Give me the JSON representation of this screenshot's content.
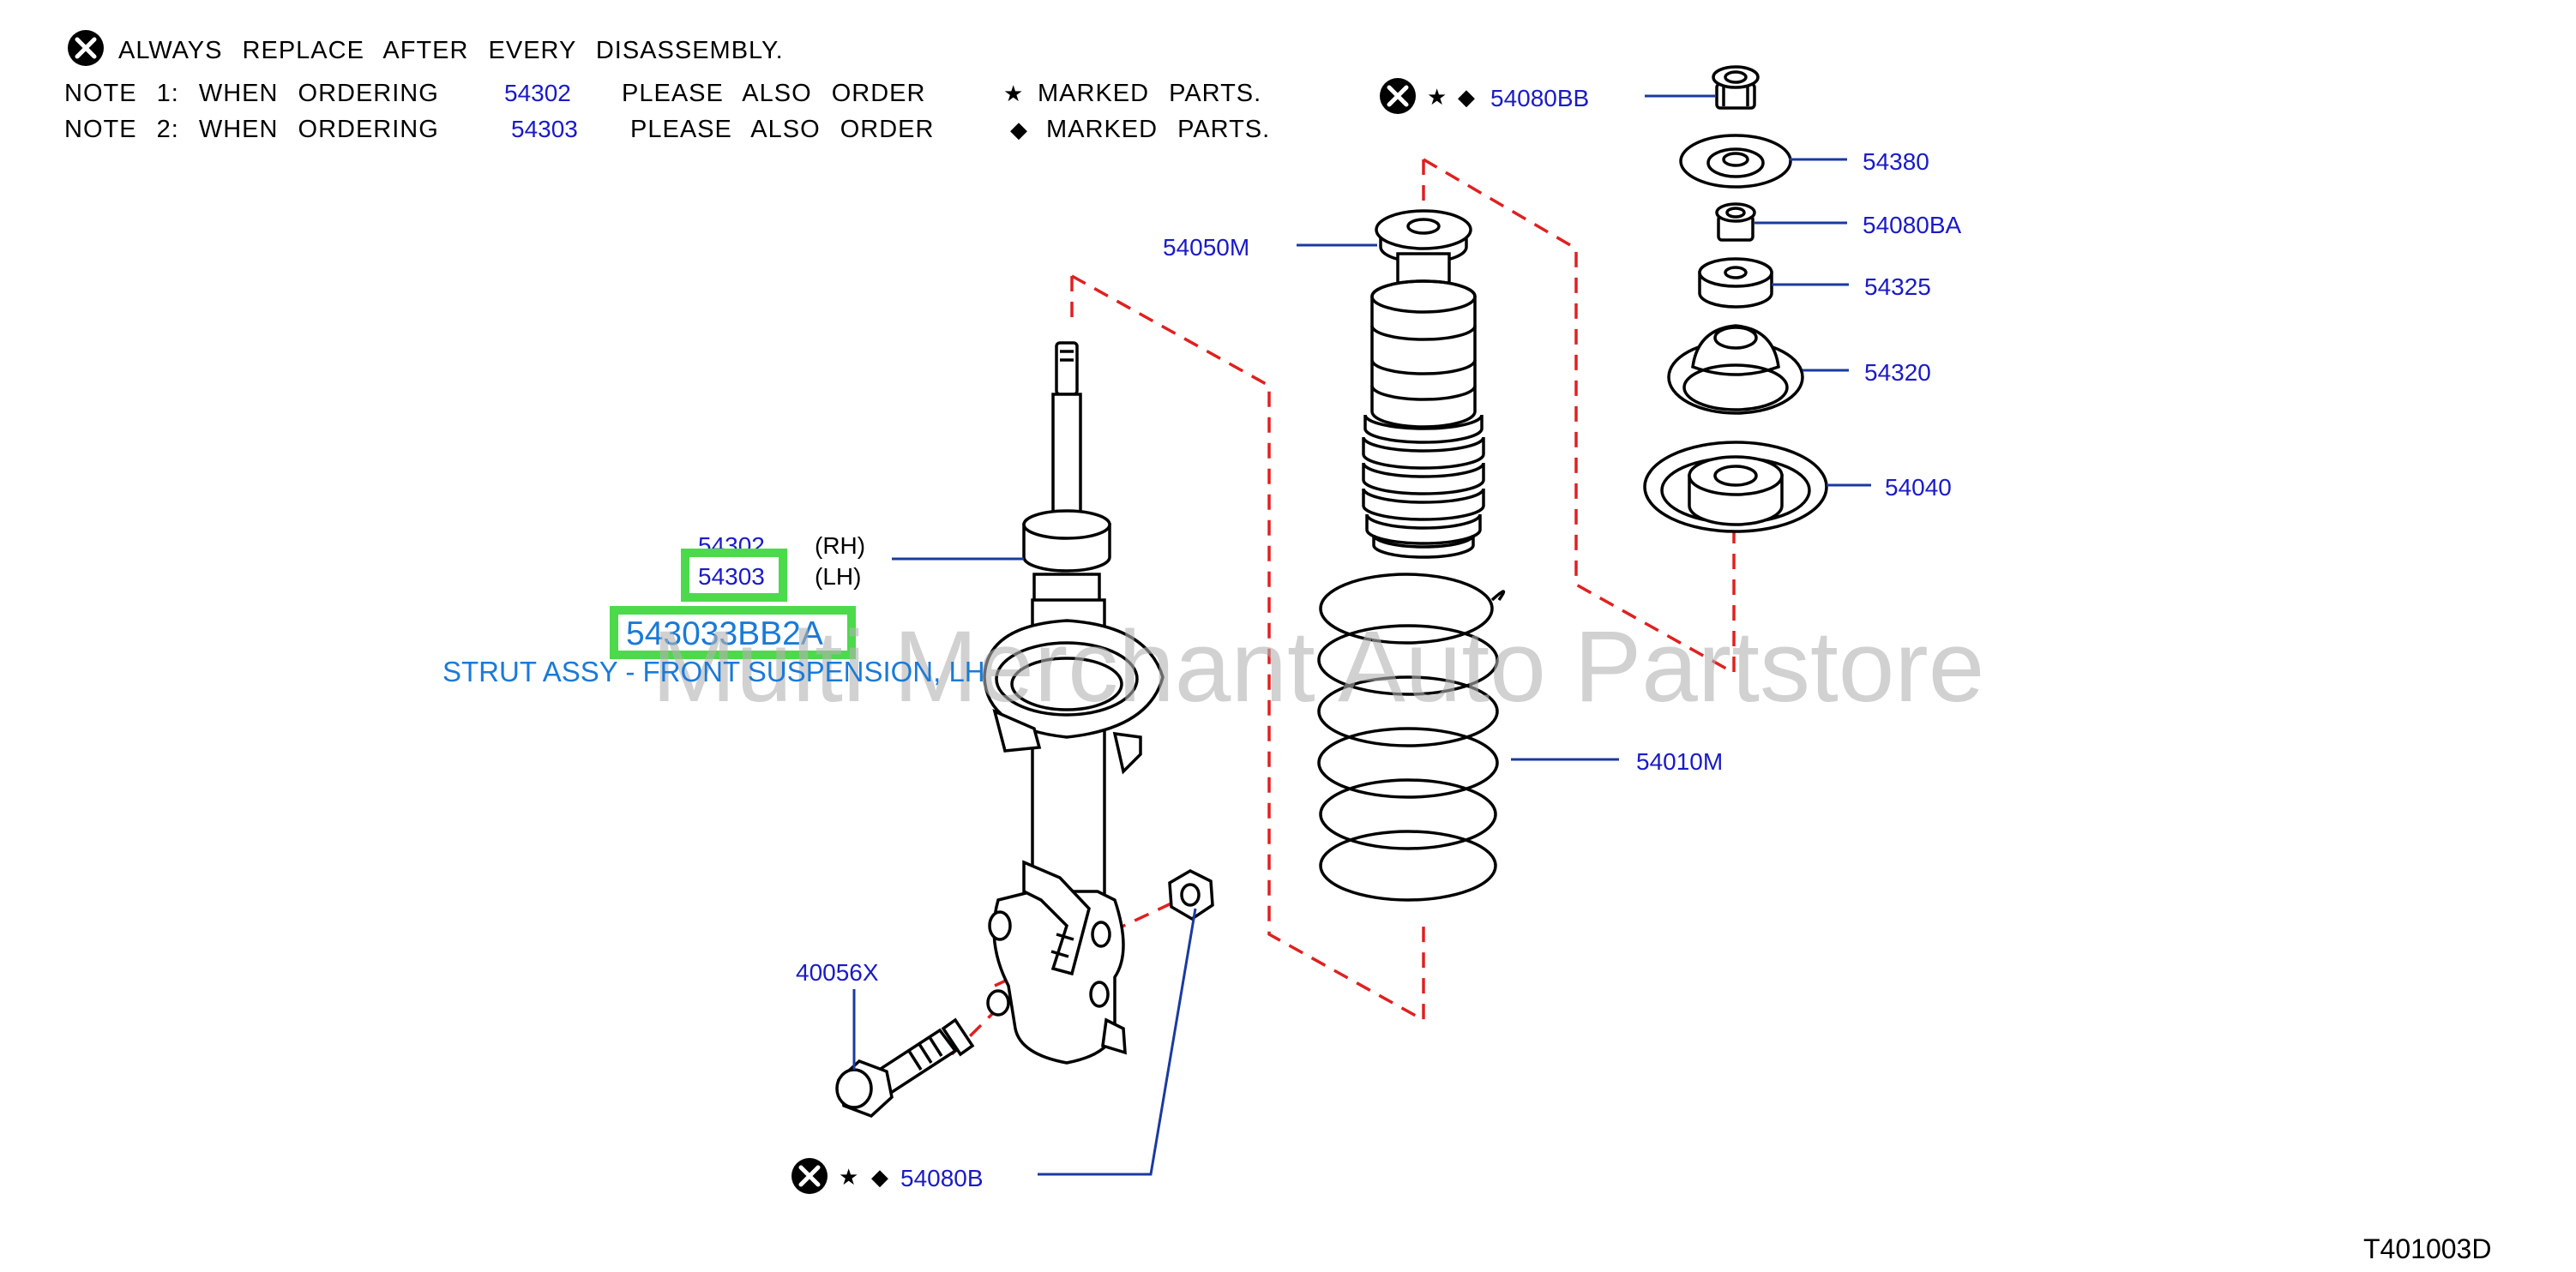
{
  "notes": {
    "replace": "ALWAYS REPLACE AFTER EVERY DISASSEMBLY.",
    "note1_label": "NOTE 1: WHEN ORDERING",
    "note1_part": "54302",
    "note1_mid": "PLEASE ALSO ORDER",
    "note1_end": "MARKED PARTS.",
    "note2_label": "NOTE 2: WHEN ORDERING",
    "note2_part": "54303",
    "note2_mid": "PLEASE ALSO ORDER",
    "note2_end": "MARKED PARTS."
  },
  "symbols": {
    "star": "★",
    "diamond": "◆"
  },
  "parts": {
    "p54080BB": "54080BB",
    "p54380": "54380",
    "p54080BA": "54080BA",
    "p54325": "54325",
    "p54320": "54320",
    "p54040": "54040",
    "p54050M": "54050M",
    "p54302": "54302",
    "p54303": "54303",
    "rh": "(RH)",
    "lh": "(LH)",
    "p54010M": "54010M",
    "p40056X": "40056X",
    "p54080B": "54080B"
  },
  "selected": {
    "part_number": "543033BB2A",
    "description": "STRUT ASSY - FRONT SUSPENSION, LH"
  },
  "watermark": "Multi Merchant Auto Partstore",
  "diagram_code": "T401003D",
  "colors": {
    "part_number": "#1a1ac8",
    "selected": "#1a7ad8",
    "highlight": "#4cd94c",
    "dashed_line": "#e02020",
    "leader": "#1a3aa0"
  }
}
